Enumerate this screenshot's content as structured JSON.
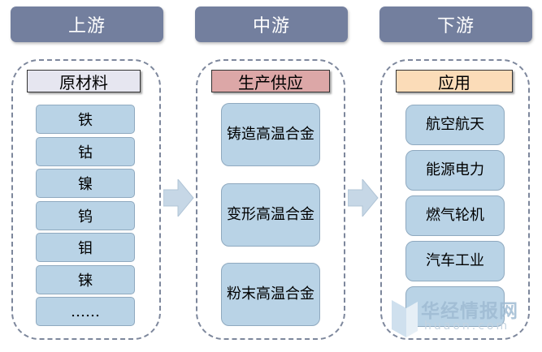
{
  "columns": {
    "upstream": {
      "header": "上游",
      "tag": "原材料",
      "items": [
        "铁",
        "钴",
        "镍",
        "钨",
        "钼",
        "铼",
        "……"
      ]
    },
    "midstream": {
      "header": "中游",
      "tag": "生产供应",
      "items": [
        "铸造高温合金",
        "变形高温合金",
        "粉末高温合金"
      ]
    },
    "downstream": {
      "header": "下游",
      "tag": "应用",
      "items": [
        "航空航天",
        "能源电力",
        "燃气轮机",
        "汽车工业",
        ""
      ]
    }
  },
  "colors": {
    "header_bg": "#737f9e",
    "panel_border": "#7d879c",
    "item_bg": "#b9d3e6",
    "tag_upstream": "#e6e6f0",
    "tag_midstream": "#dca7a7",
    "tag_downstream": "#fbdcb8",
    "arrow": "#c6d7e6"
  },
  "watermark": {
    "text": "华经情报网",
    "sub": "huaon.com"
  }
}
